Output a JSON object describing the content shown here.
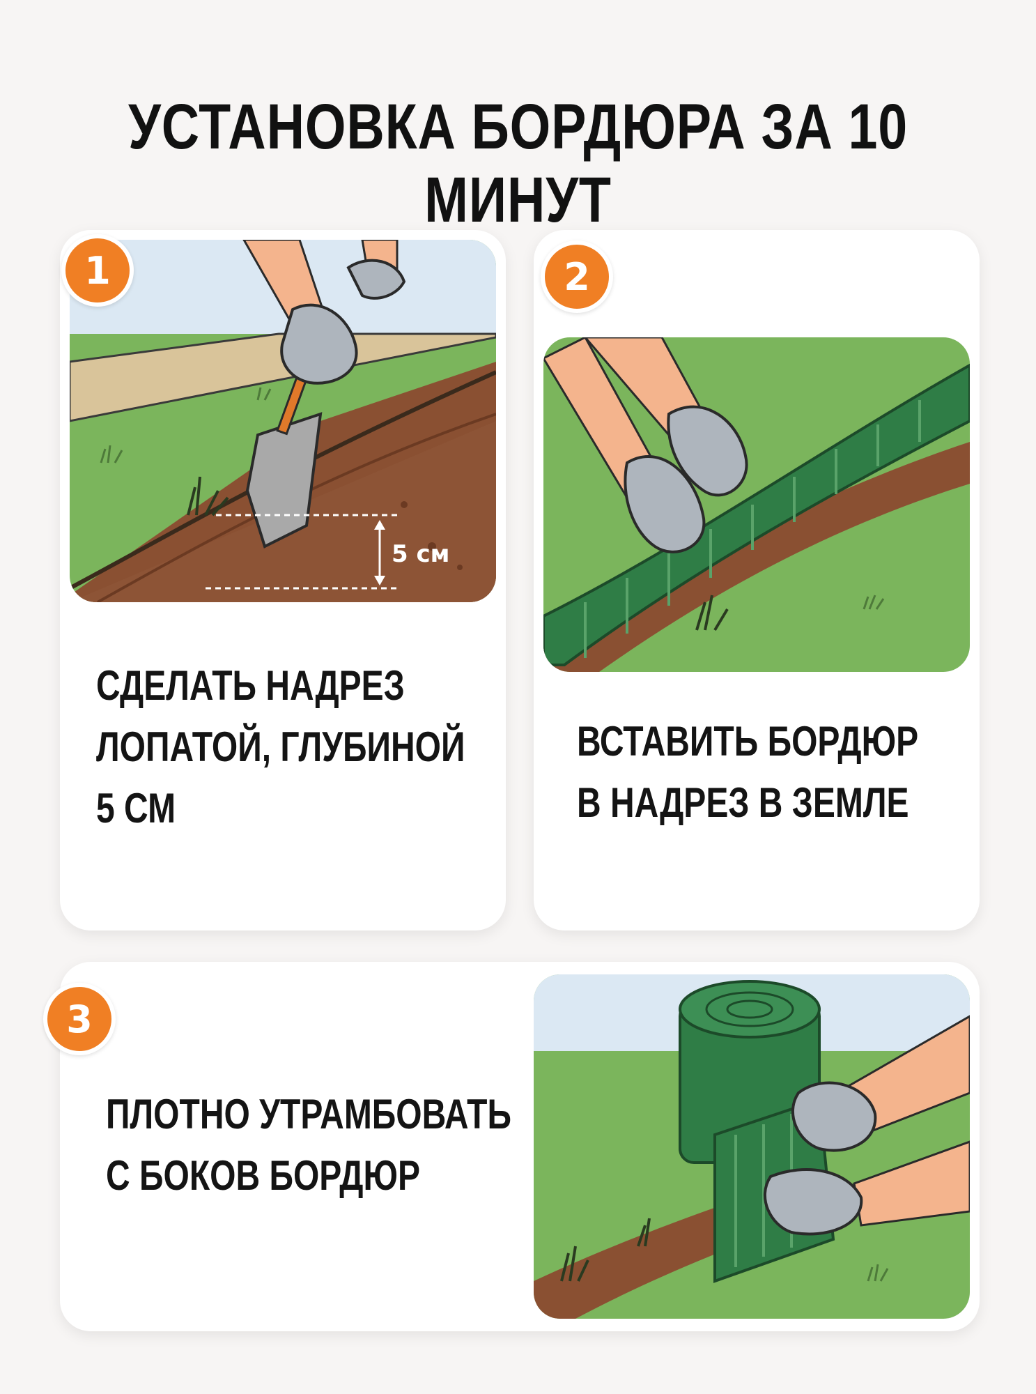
{
  "title": "УСТАНОВКА БОРДЮРА ЗА 10 МИНУТ",
  "steps": [
    {
      "number": "1",
      "lines": [
        "СДЕЛАТЬ НАДРЕЗ",
        "ЛОПАТОЙ, ГЛУБИНОЙ",
        "5 СМ"
      ],
      "depth_label": "5 см"
    },
    {
      "number": "2",
      "lines": [
        "ВСТАВИТЬ БОРДЮР",
        "В НАДРЕЗ В ЗЕМЛЕ"
      ]
    },
    {
      "number": "3",
      "lines": [
        "ПЛОТНО УТРАМБОВАТЬ",
        "С БОКОВ БОРДЮР"
      ]
    }
  ],
  "colors": {
    "accent": "#f07f24",
    "grass": "#7bb55c",
    "soil": "#8a5032",
    "sky": "#dce9f4",
    "border_green": "#2f7d46"
  }
}
